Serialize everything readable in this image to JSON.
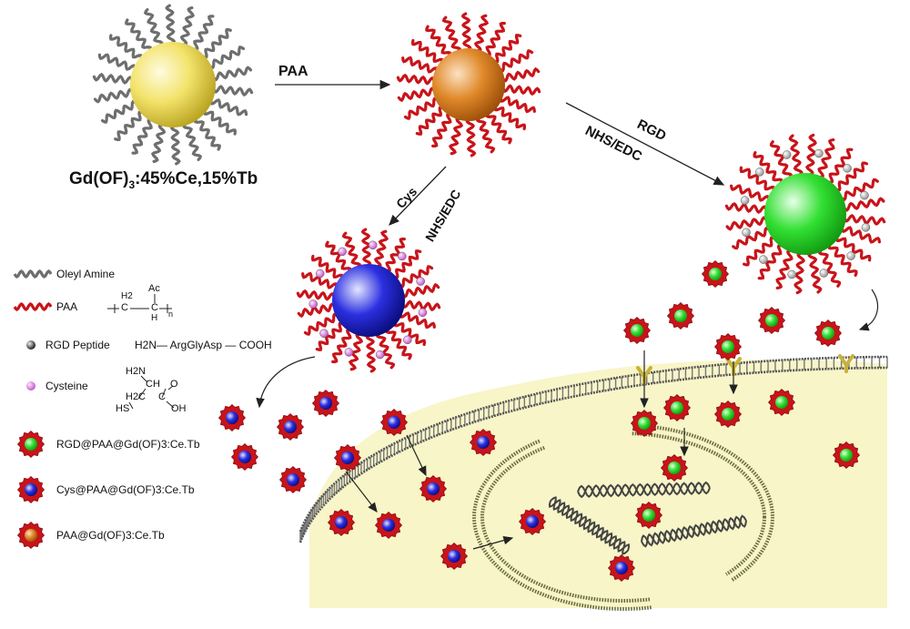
{
  "steps": {
    "core_label": "Gd(OF)",
    "core_label_sub": "3",
    "core_label_rest": ":45%Ce,15%Tb",
    "paa_arrow": "PAA",
    "rgd_arrow_top": "RGD",
    "rgd_arrow_bottom": "NHS/EDC",
    "cys_arrow_top": "Cys",
    "cys_arrow_bottom": "NHS/EDC"
  },
  "legend": {
    "oleyl": "Oleyl Amine",
    "paa": "PAA",
    "paa_formula": {
      "h2": "H2",
      "c1": "C",
      "ac": "Ac",
      "c2": "C",
      "h": "H",
      "n": "n"
    },
    "rgd": "RGD Peptide",
    "rgd_formula": "H2N— ArgGlyAsp — COOH",
    "cysteine": "Cysteine",
    "cys_formula": {
      "h2n": "H2N",
      "ch": "CH",
      "o": "O",
      "h2c": "H2C",
      "c": "C",
      "hs": "HS",
      "oh": "OH"
    },
    "rgd_np": "RGD@PAA@Gd(OF)3:Ce.Tb",
    "cys_np": "Cys@PAA@Gd(OF)3:Ce.Tb",
    "paa_np": "PAA@Gd(OF)3:Ce.Tb"
  },
  "colors": {
    "oleyl_chain": "#6e6e6e",
    "paa_chain": "#c8141a",
    "core_start": "#f3e36b",
    "paa_core": "#e0892a",
    "rgd_core": "#33e033",
    "cys_core": "#2b2fe0",
    "rgd_bead": "#dddddd",
    "cys_bead": "#d36bd9",
    "cytoplasm": "#f8f5c8",
    "membrane": "#8a8a8a",
    "receptor": "#c9b23a"
  }
}
